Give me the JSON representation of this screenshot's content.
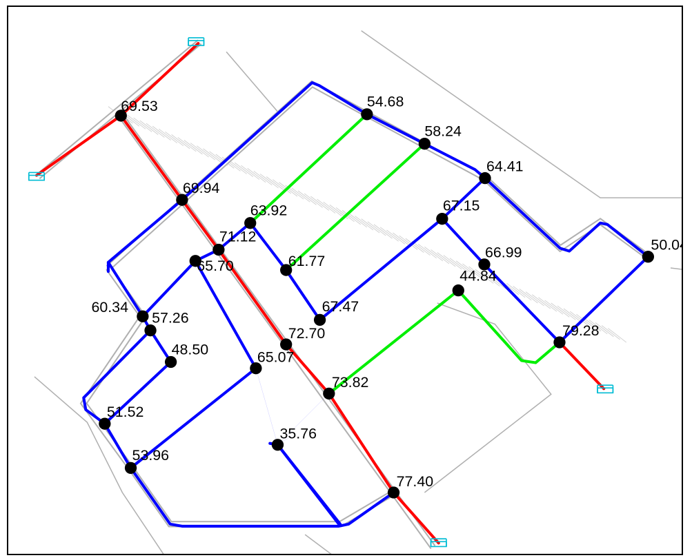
{
  "colors": {
    "trunk": "#ff0000",
    "branch": "#0000ff",
    "secondary": "#00ee00",
    "node": "#000000",
    "outlet": "#00bcd4",
    "street": "#b0b0b0",
    "background": "#ffffff"
  },
  "nodes": {
    "n1": "69.53",
    "n2": "54.68",
    "n3": "58.24",
    "n4": "64.41",
    "n5": "69.94",
    "n6": "63.92",
    "n7": "71.12",
    "n8": "67.15",
    "n9": "65.70",
    "n10": "61.77",
    "n11": "66.99",
    "n12": "50.04",
    "n13": "44.84",
    "n14": "60.34",
    "n15": "57.26",
    "n16": "67.47",
    "n17": "72.70",
    "n18": "79.28",
    "n19": "48.50",
    "n20": "65.07",
    "n21": "73.82",
    "n22": "51.52",
    "n23": "35.76",
    "n24": "53.96",
    "n25": "77.40"
  },
  "icons": {
    "outlet": "outlet-icon",
    "node": "manhole-node-icon"
  }
}
